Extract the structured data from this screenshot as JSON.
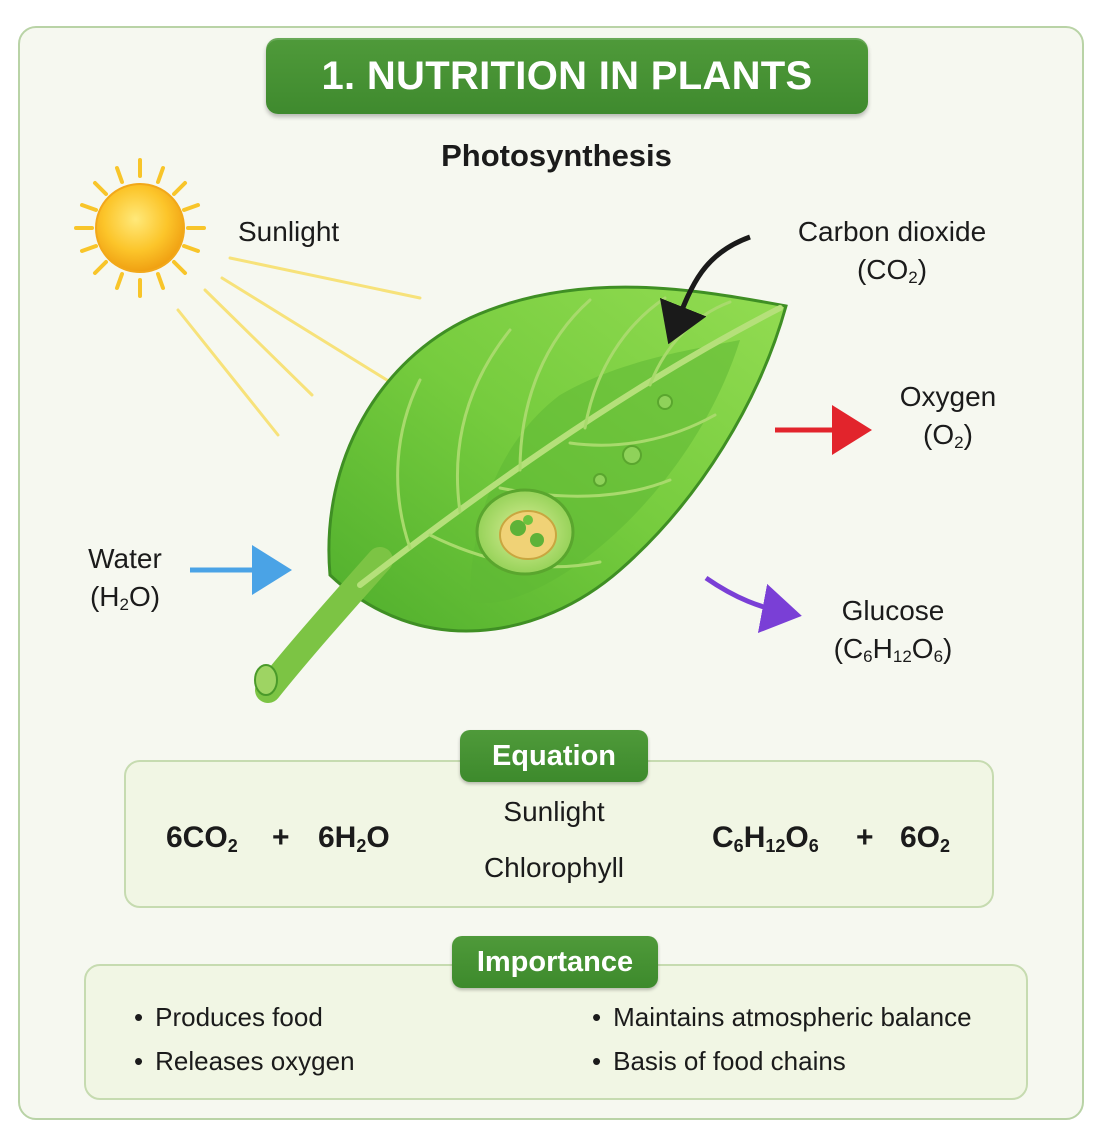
{
  "title": "1. NUTRITION IN PLANTS",
  "subtitle": "Photosynthesis",
  "labels": {
    "sunlight": "Sunlight",
    "carbon_dioxide": {
      "name": "Carbon dioxide",
      "formula_open": "(CO",
      "formula_sub": "2",
      "formula_close": ")"
    },
    "oxygen": {
      "name": "Oxygen",
      "formula_open": "(O",
      "formula_sub": "2",
      "formula_close": ")"
    },
    "water": {
      "name": "Water",
      "formula_open": "(H",
      "formula_sub": "2",
      "formula_close": "O)"
    },
    "glucose": {
      "name": "Glucose",
      "p1": "(C",
      "s1": "6",
      "p2": "H",
      "s2": "12",
      "p3": "O",
      "s3": "6",
      "p4": ")"
    }
  },
  "equation": {
    "heading": "Equation",
    "reactant1": {
      "main": "6CO",
      "sub": "2"
    },
    "plus1": "+",
    "reactant2": {
      "main": "6H",
      "sub": "2",
      "tail": "O"
    },
    "condition_top": "Sunlight",
    "condition_bottom": "Chlorophyll",
    "product1": {
      "p1": "C",
      "s1": "6",
      "p2": "H",
      "s2": "12",
      "p3": "O",
      "s3": "6"
    },
    "plus2": "+",
    "product2": {
      "main": "6O",
      "sub": "2"
    }
  },
  "importance": {
    "heading": "Importance",
    "items": [
      "Produces food",
      "Releases oxygen",
      "Maintains atmospheric balance",
      "Basis of food chains"
    ]
  },
  "colors": {
    "banner_green": "#4a9636",
    "water_arrow": "#4aa3e6",
    "oxygen_arrow": "#e2242c",
    "glucose_arrow": "#7a3fd6",
    "co2_arrow": "#1a1a1a",
    "sun_yellow": "#f6b81c",
    "leaf_green": "#6cc43a"
  },
  "icons": [
    "sun-icon",
    "leaf-illustration",
    "chloroplast-icon"
  ]
}
